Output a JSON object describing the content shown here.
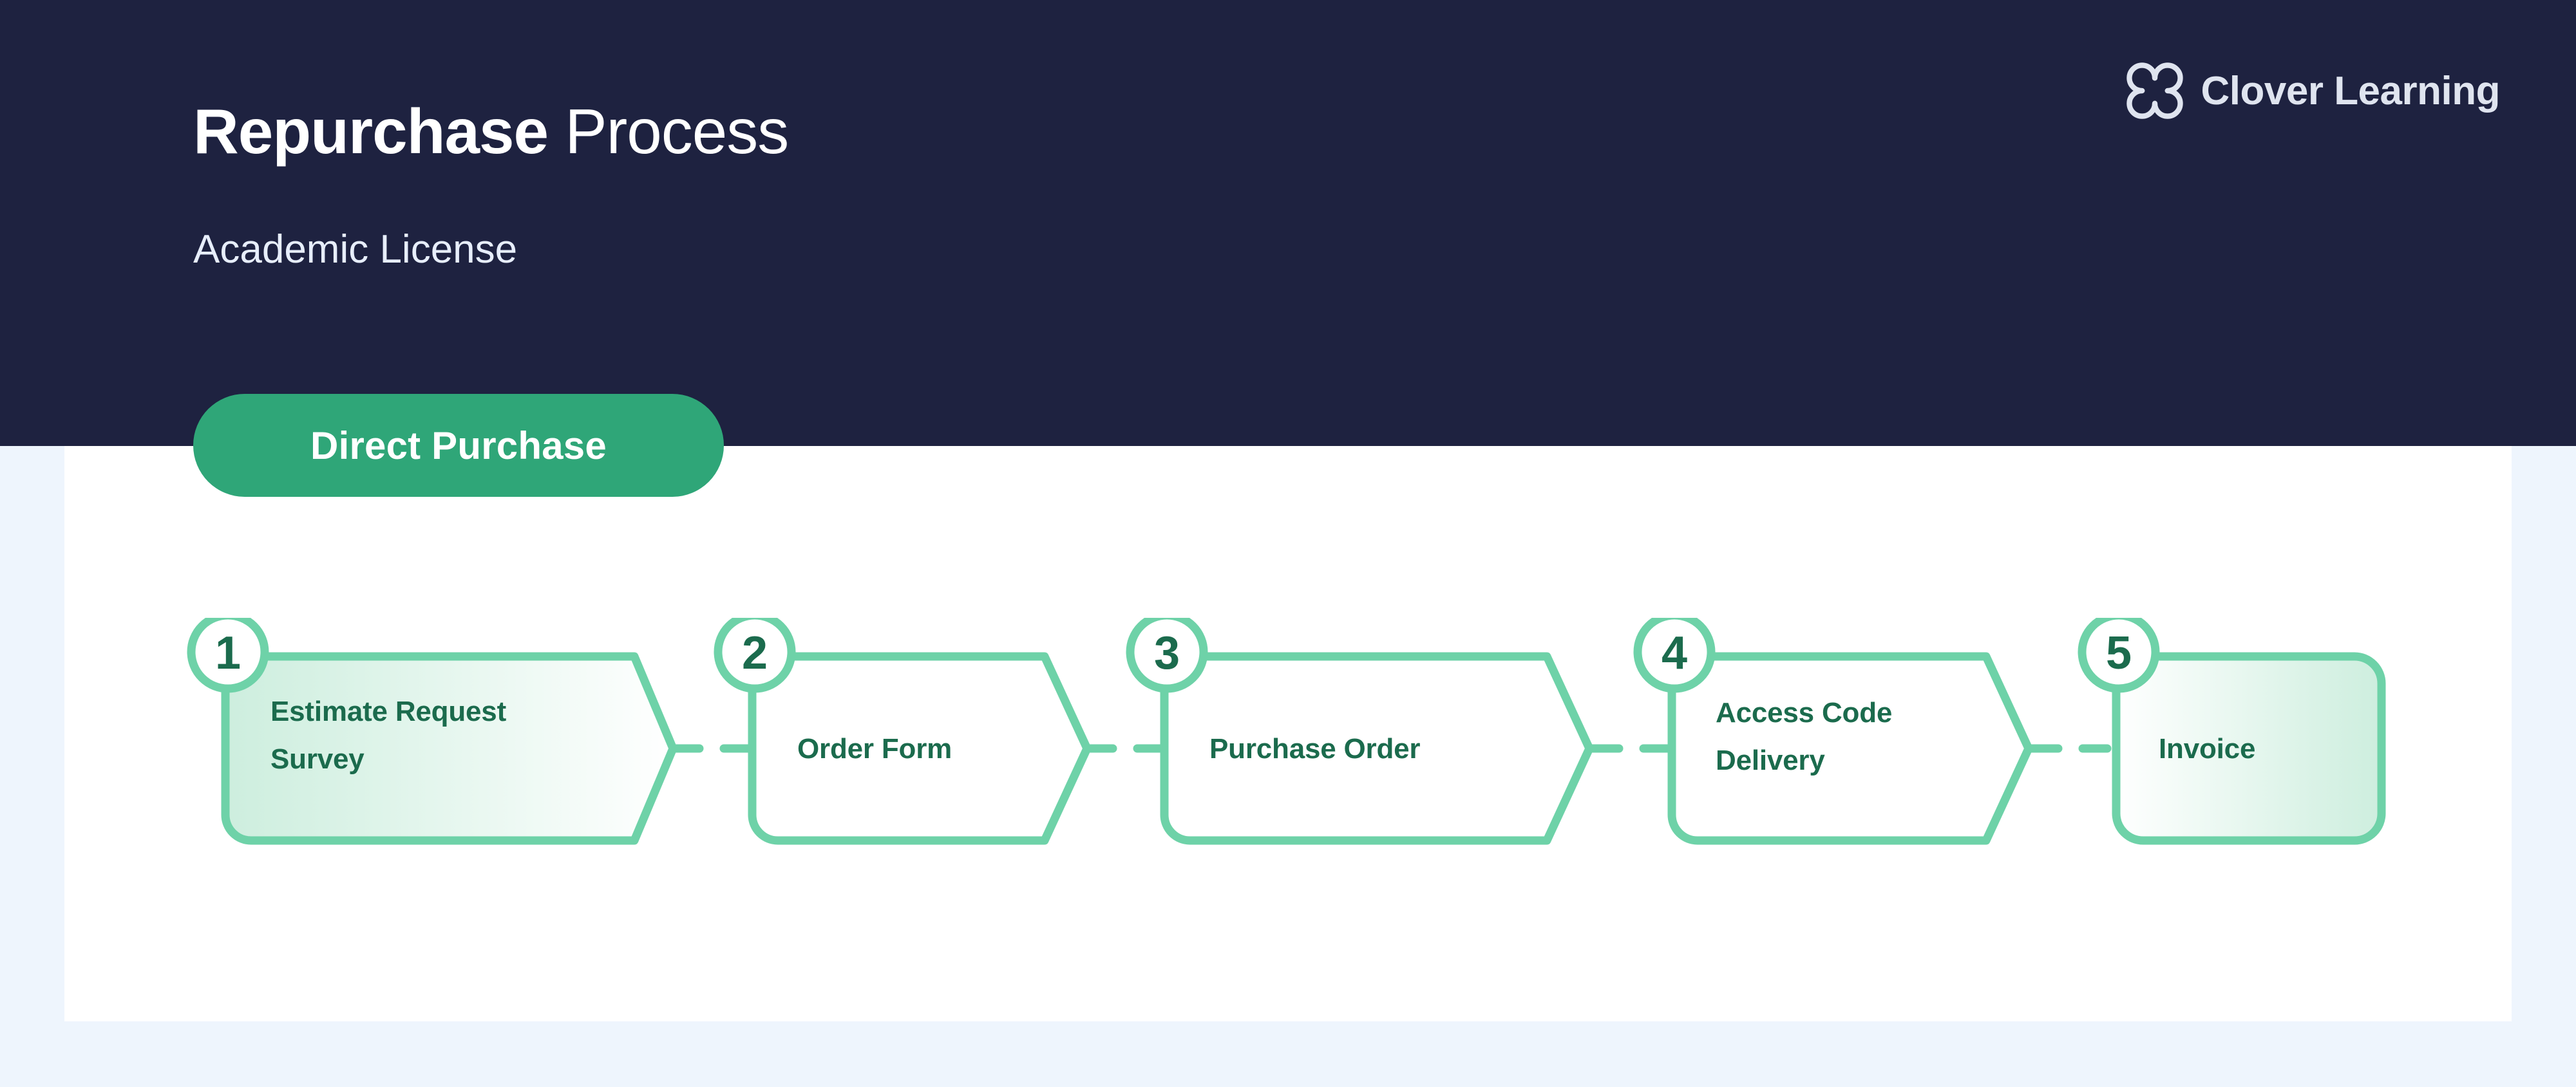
{
  "header": {
    "title_strong": "Repurchase",
    "title_light": " Process",
    "subtitle": "Academic License",
    "background_color": "#1e2240"
  },
  "brand": {
    "name": "Clover Learning",
    "mark_icon": "clover-logo-icon",
    "text_color": "#dfe4ef"
  },
  "badge": {
    "label": "Direct Purchase",
    "background_color": "#2fa678",
    "text_color": "#ffffff"
  },
  "page": {
    "background_color": "#eef5fd",
    "card_background_color": "#ffffff"
  },
  "flow": {
    "accent_color": "#6ed2a8",
    "label_color": "#1b6b4d",
    "connector_style": "dashed",
    "steps": [
      {
        "number": "1",
        "label_line1": "Estimate Request",
        "label_line2": "Survey",
        "shape": "chevron",
        "fill": "gradient-mint-to-white"
      },
      {
        "number": "2",
        "label_line1": "Order Form",
        "label_line2": "",
        "shape": "chevron",
        "fill": "white"
      },
      {
        "number": "3",
        "label_line1": "Purchase Order",
        "label_line2": "",
        "shape": "chevron",
        "fill": "white"
      },
      {
        "number": "4",
        "label_line1": "Access Code",
        "label_line2": "Delivery",
        "shape": "chevron",
        "fill": "white"
      },
      {
        "number": "5",
        "label_line1": "Invoice",
        "label_line2": "",
        "shape": "rounded-rect",
        "fill": "gradient-white-to-mint"
      }
    ]
  }
}
